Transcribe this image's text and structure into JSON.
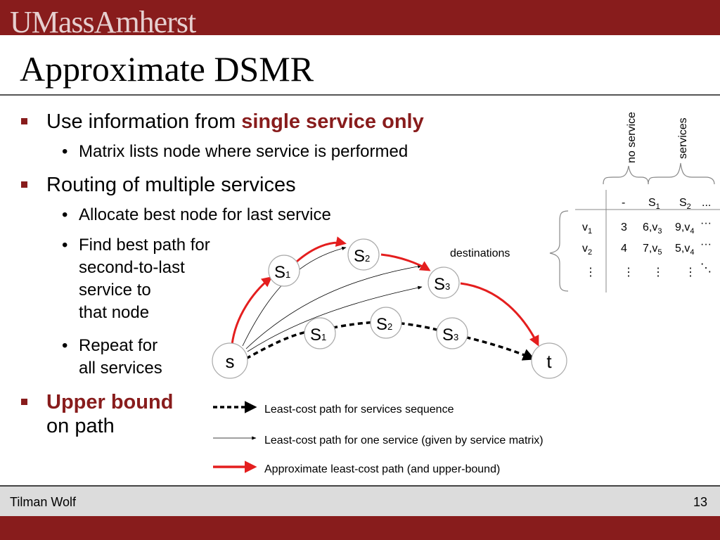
{
  "header": {
    "logo": "UMassAmherst",
    "title": "Approximate DSMR"
  },
  "bullets": {
    "b1": {
      "prefix": "Use information from ",
      "emph": "single service only"
    },
    "b1_1": "Matrix lists node where service is performed",
    "b2": "Routing of multiple services",
    "b2_1": "Allocate best node for last service",
    "b2_2": [
      "Find best path for",
      "second-to-last",
      "service to",
      "that node"
    ],
    "b2_3": [
      "Repeat for",
      "all services"
    ],
    "b3": {
      "emph": "Upper bound",
      "rest": "on path"
    }
  },
  "diagram": {
    "nodes": {
      "s": "s",
      "t": "t",
      "S": "S",
      "sub1": "1",
      "sub2": "2",
      "sub3": "3"
    },
    "legend": {
      "dashed": "Least-cost path for services sequence",
      "thin": "Least-cost path for one service (given by service matrix)",
      "red": "Approximate least-cost path (and upper-bound)"
    }
  },
  "matrix": {
    "brace_labels": {
      "no_service": "no service",
      "services": "services",
      "destinations": "destinations"
    },
    "header": [
      "-",
      "S1",
      "S2",
      "..."
    ],
    "rows": [
      [
        "v1",
        "3",
        "6,v3",
        "9,v4",
        "..."
      ],
      [
        "v2",
        "4",
        "7,v5",
        "5,v4",
        "..."
      ]
    ]
  },
  "footer": {
    "author": "Tilman Wolf",
    "page": "13"
  },
  "colors": {
    "brand": "#881c1c",
    "path_red": "#e41e1e"
  }
}
